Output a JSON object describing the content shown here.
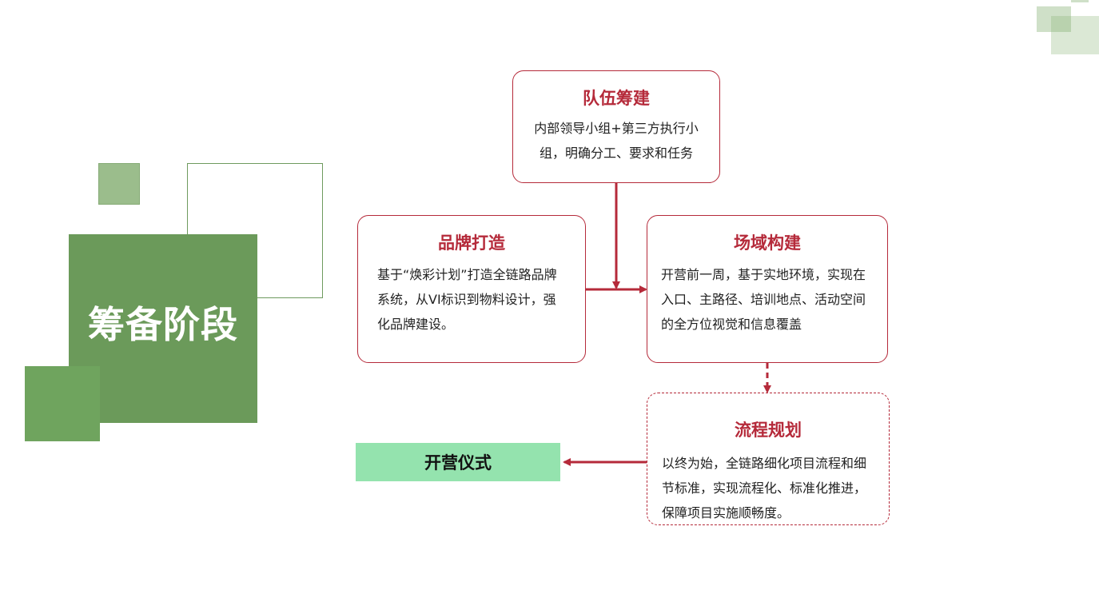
{
  "stage": {
    "title": "筹备阶段"
  },
  "boxes": {
    "team": {
      "title": "队伍筹建",
      "desc": "内部领导小组+第三方执行小组，明确分工、要求和任务"
    },
    "brand": {
      "title": "品牌打造",
      "desc": "基于“焕彩计划”打造全链路品牌系统，从VI标识到物料设计，强化品牌建设。"
    },
    "field": {
      "title": "场域构建",
      "desc": "开营前一周，基于实地环境，实现在入口、主路径、培训地点、活动空间的全方位视觉和信息覆盖"
    },
    "flow": {
      "title": "流程规划",
      "desc": "以终为始，全链路细化项目流程和细节标准，实现流程化、标准化推进，保障项目实施顺畅度。"
    }
  },
  "opening": {
    "label": "开营仪式"
  },
  "colors": {
    "accent": "#b52a3a",
    "green_main": "#6b9a5a",
    "green_light": "#9bbd8c",
    "opening_bg": "#94e3ae"
  }
}
